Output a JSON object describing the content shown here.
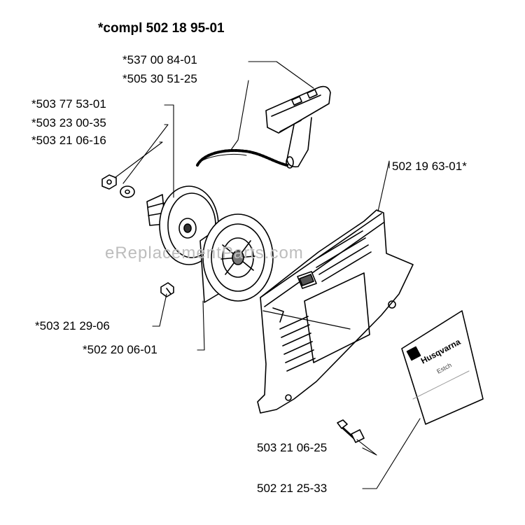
{
  "title": "*compl 502 18 95-01",
  "watermark": "eReplacementParts.com",
  "brand_text": "Husqvarna",
  "brand_subtext": "Estch",
  "parts": [
    {
      "id": "grip",
      "label": "*537 00 84-01"
    },
    {
      "id": "cord",
      "label": "*505 30 51-25"
    },
    {
      "id": "pulley",
      "label": "*503 77 53-01"
    },
    {
      "id": "washer",
      "label": "*503 23 00-35"
    },
    {
      "id": "nut",
      "label": "*503 21 06-16"
    },
    {
      "id": "cover",
      "label": "502 19 63-01*"
    },
    {
      "id": "small-screw",
      "label": "*503 21 29-06"
    },
    {
      "id": "starter-housing",
      "label": "*502 20 06-01"
    },
    {
      "id": "long-screw",
      "label": "503 21 06-25"
    },
    {
      "id": "decal",
      "label": "502 21 25-33"
    }
  ]
}
